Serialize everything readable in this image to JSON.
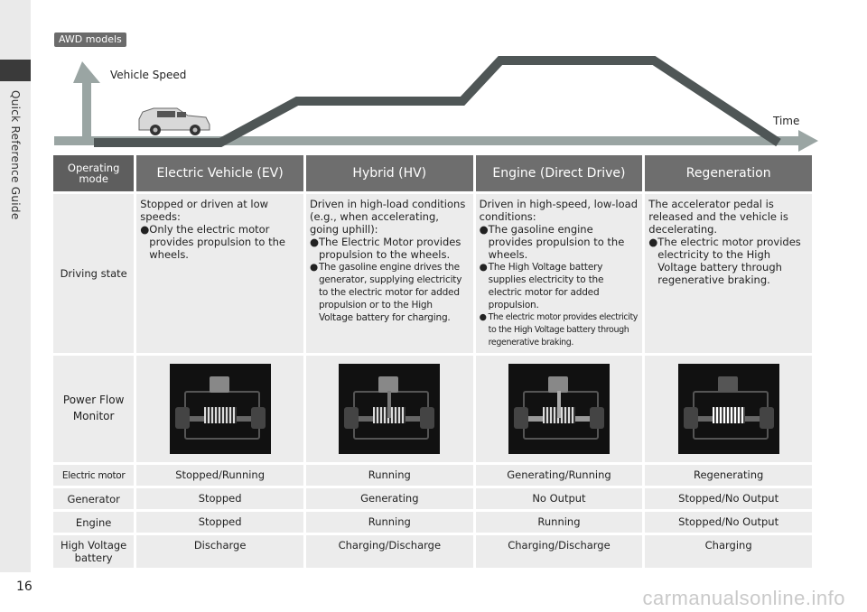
{
  "sidebar": {
    "label": "Quick Reference Guide"
  },
  "badge": "AWD models",
  "diagram": {
    "vehicle_speed_label": "Vehicle Speed",
    "time_label": "Time"
  },
  "table": {
    "headers": [
      "Operating mode",
      "Electric Vehicle (EV)",
      "Hybrid (HV)",
      "Engine (Direct Drive)",
      "Regeneration"
    ],
    "driving_state": {
      "label": "Driving state",
      "ev": {
        "intro": "Stopped or driven at low speeds:",
        "bullets": [
          "Only the electric motor provides propulsion to the wheels."
        ]
      },
      "hv": {
        "intro": "Driven in high-load conditions (e.g., when accelerating, going uphill):",
        "bullets": [
          "The Electric Motor provides propulsion to the wheels.",
          "The gasoline engine drives the generator, supplying electricity to the electric motor for added propulsion or to the High Voltage battery for charging."
        ]
      },
      "engine": {
        "intro": "Driven in high-speed, low-load conditions:",
        "bullets": [
          "The gasoline engine provides propulsion to the wheels.",
          "The High Voltage battery supplies electricity to the electric motor for added propulsion.",
          "The electric motor provides electricity to the High Voltage battery through regenerative braking."
        ]
      },
      "regen": {
        "intro": "The accelerator pedal is released and the vehicle is decelerating.",
        "bullets": [
          "The electric motor provides electricity to the High Voltage battery through regenerative braking."
        ]
      }
    },
    "power_flow": {
      "label_line1": "Power Flow",
      "label_line2": "Monitor"
    },
    "rows": [
      {
        "label": "Electric motor",
        "values": [
          "Stopped/Running",
          "Running",
          "Generating/Running",
          "Regenerating"
        ]
      },
      {
        "label": "Generator",
        "values": [
          "Stopped",
          "Generating",
          "No Output",
          "Stopped/No Output"
        ]
      },
      {
        "label": "Engine",
        "values": [
          "Stopped",
          "Running",
          "Running",
          "Stopped/No Output"
        ]
      },
      {
        "label": "High Voltage battery",
        "values": [
          "Discharge",
          "Charging/Discharge",
          "Charging/Discharge",
          "Charging"
        ]
      }
    ]
  },
  "page_number": "16",
  "watermark": "carmanualsonline.info"
}
